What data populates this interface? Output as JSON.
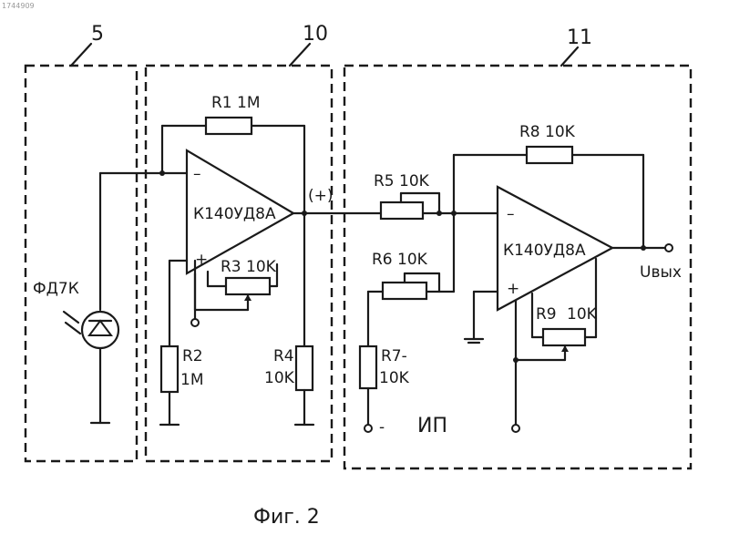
{
  "corner_stamp": "1744909",
  "blocks": {
    "b5": "5",
    "b10": "10",
    "b11": "11"
  },
  "photodiode": "ФД7К",
  "opamp1": "К140УД8А",
  "opamp2": "К140УД8А",
  "r1": "R1 1M",
  "r2_name": "R2",
  "r2_value": "1M",
  "r3": "R3 10K",
  "r4_name": "R4",
  "r4_value": "10K",
  "r5": "R5 10K",
  "r6": "R6 10K",
  "r7_name": "R7-",
  "r7_value": "10K",
  "r8": "R8 10K",
  "r9_name": "R9",
  "r9_value": "10K",
  "node_plus": "(+)",
  "output_label": "Uвых",
  "minus_sign": "–",
  "plus_sign": "+",
  "neg_supply": "-",
  "ip_label": "ИП",
  "caption": "Фиг. 2"
}
